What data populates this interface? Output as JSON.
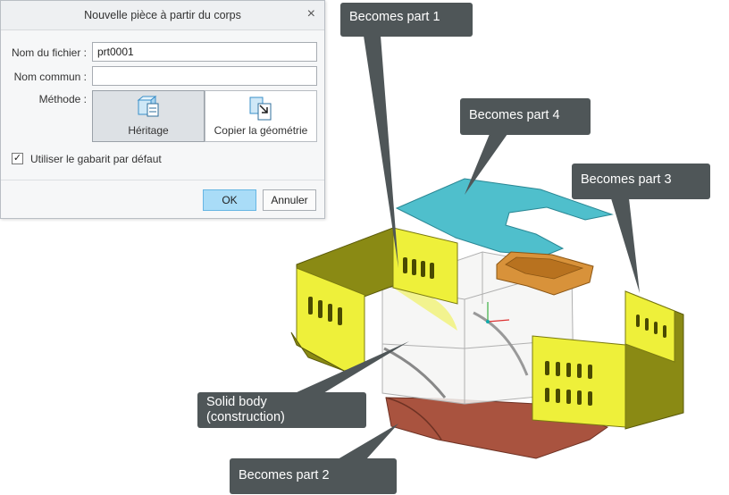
{
  "dialog": {
    "title": "Nouvelle pièce à partir du corps",
    "close_glyph": "×",
    "file_name_label": "Nom du fichier :",
    "file_name_value": "prt0001",
    "common_name_label": "Nom commun :",
    "common_name_value": "",
    "method_label": "Méthode :",
    "method_options": [
      {
        "label": "Héritage",
        "icon": "inheritance-icon",
        "selected": true
      },
      {
        "label": "Copier la géométrie",
        "icon": "copy-geometry-icon",
        "selected": false
      }
    ],
    "template_checkbox_label": "Utiliser le gabarit par défaut",
    "template_checkbox_checked": true,
    "check_glyph": "✓",
    "ok_label": "OK",
    "cancel_label": "Annuler"
  },
  "callouts": {
    "part1": "Becomes part 1",
    "part4": "Becomes part 4",
    "part3": "Becomes part 3",
    "solid_line1": "Solid body",
    "solid_line2": "(construction)",
    "part2": "Becomes part 2"
  },
  "colors": {
    "callout_bg": "#4f5658",
    "part1_yellow": "#eef03a",
    "part3_yellow": "#eef03a",
    "part_olive": "#8a8a14",
    "part4_cyan": "#4fbfcc",
    "part2_brown": "#a9533f",
    "tray_orange": "#d8923a",
    "ok_button": "#a9dcf7"
  }
}
